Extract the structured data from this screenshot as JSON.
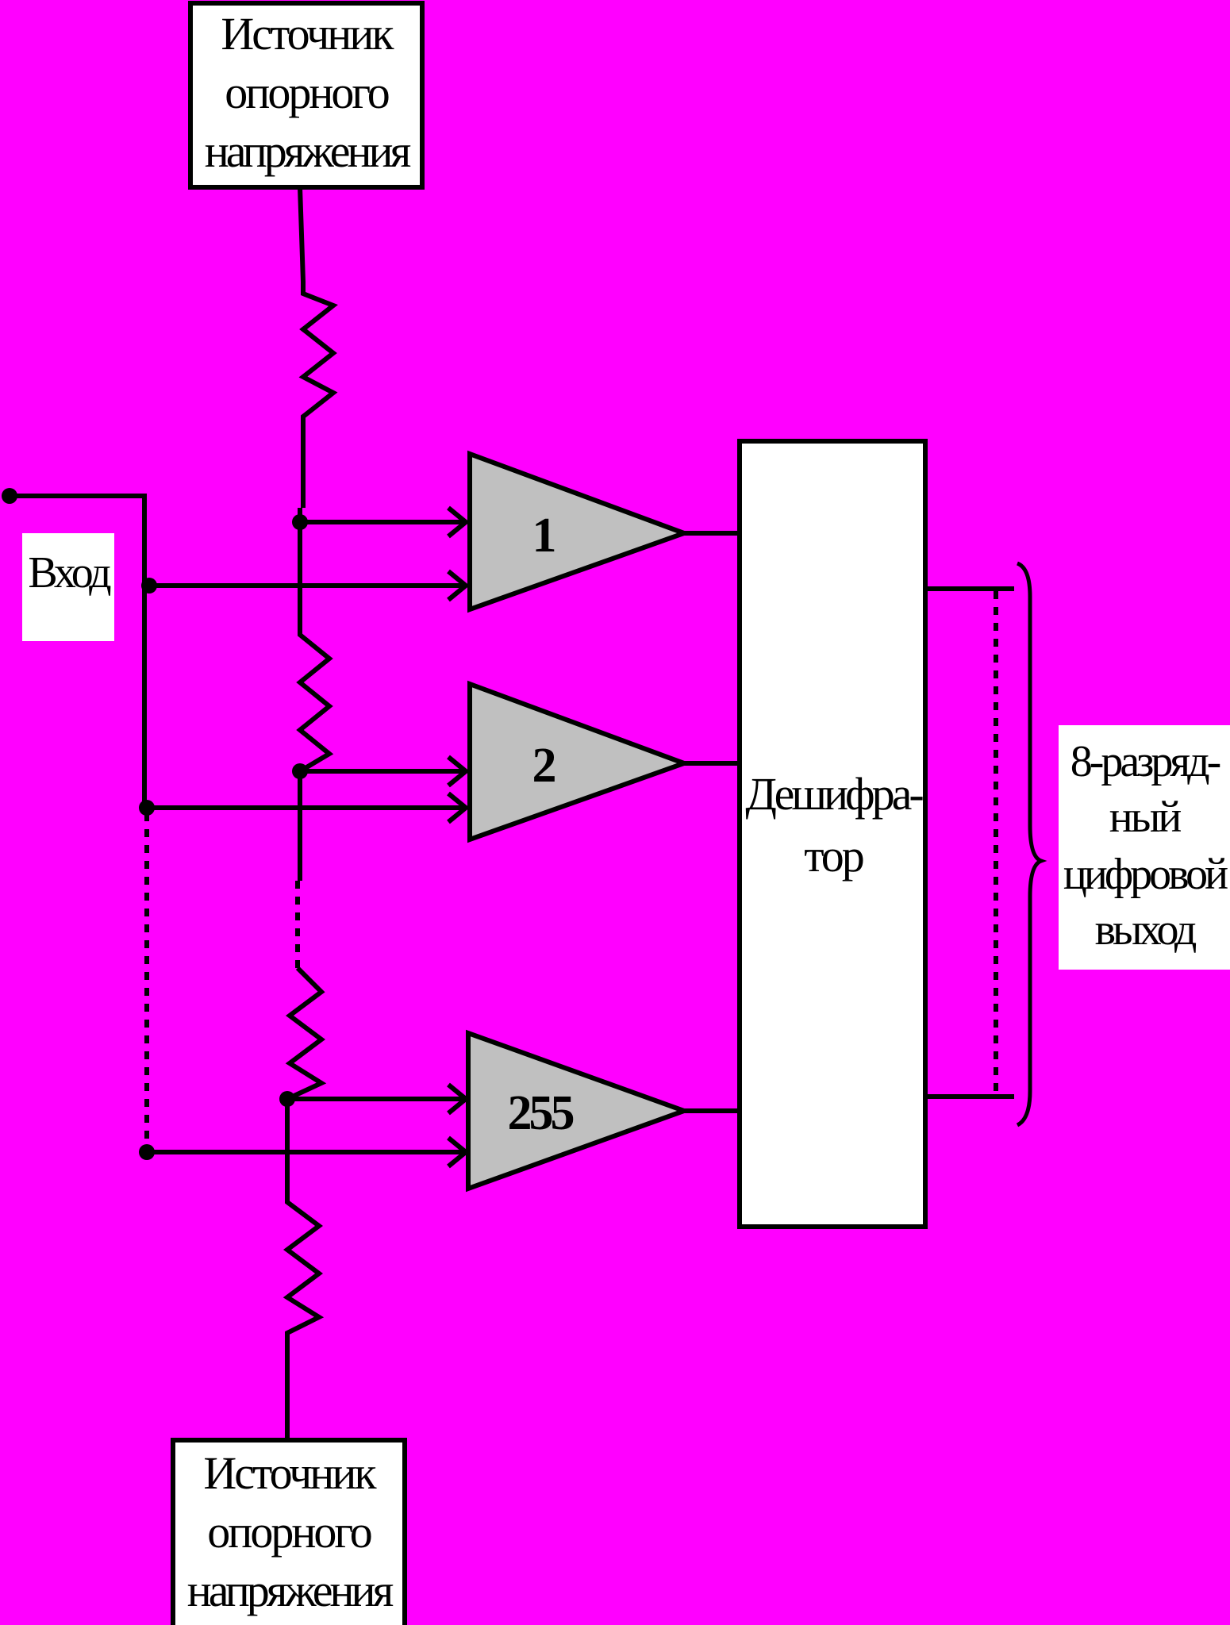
{
  "diagram": {
    "ref_top_label": [
      "Источник",
      "опорного",
      "напряжения"
    ],
    "ref_bottom_label": [
      "Источник",
      "опорного",
      "напряжения"
    ],
    "input_label": "Вход",
    "comparators": [
      "1",
      "2",
      "255"
    ],
    "decoder_label": [
      "Дешифра-",
      "тор"
    ],
    "output_label": [
      "8-разряд-",
      "ный",
      "цифровой",
      "выход"
    ]
  },
  "colors": {
    "background": "#ff00ff",
    "box_fill": "#ffffff",
    "comparator_fill": "#c0c0c0",
    "line": "#000000"
  }
}
